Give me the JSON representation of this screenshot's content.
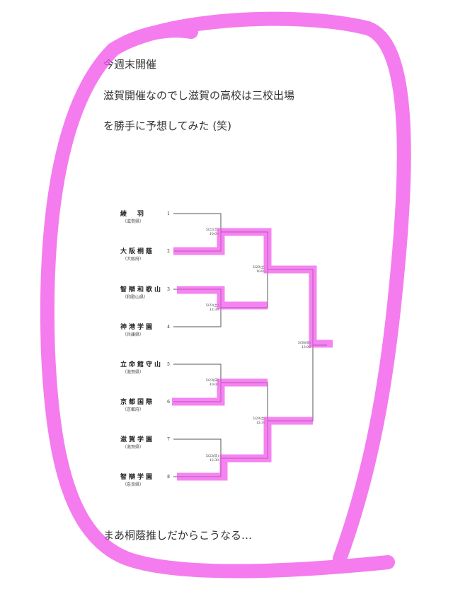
{
  "post": {
    "line1": "今週末開催",
    "line2": "滋賀開催なのでし滋賀の高校は三校出場",
    "line3": "を勝手に予想してみた (笑)",
    "footer": "まあ桐蔭推しだからこうなる…"
  },
  "bracket": {
    "teams": [
      {
        "num": "1",
        "name": "綾　羽",
        "pref": "（滋賀県）"
      },
      {
        "num": "2",
        "name": "大阪桐蔭",
        "pref": "（大阪府）"
      },
      {
        "num": "3",
        "name": "智辯和歌山",
        "pref": "（和歌山県）"
      },
      {
        "num": "4",
        "name": "神港学園",
        "pref": "（兵庫県）"
      },
      {
        "num": "5",
        "name": "立命館守山",
        "pref": "（滋賀県）"
      },
      {
        "num": "6",
        "name": "京都国際",
        "pref": "（京都府）"
      },
      {
        "num": "7",
        "name": "滋賀学園",
        "pref": "（滋賀県）"
      },
      {
        "num": "8",
        "name": "智辯学園",
        "pref": "（奈良県）"
      }
    ],
    "r1": [
      {
        "d": "5/22(土)",
        "t": "10:00"
      },
      {
        "d": "5/22(土)",
        "t": "12:30"
      },
      {
        "d": "5/23(日)",
        "t": "10:00"
      },
      {
        "d": "5/23(日)",
        "t": "12:30"
      }
    ],
    "r2": [
      {
        "d": "5/29(土)",
        "t": "10:00"
      },
      {
        "d": "5/29(土)",
        "t": "12:30"
      }
    ],
    "final": {
      "d": "5/30(日)",
      "t": "13:00"
    }
  },
  "colors": {
    "highlight": "#f050e8"
  }
}
